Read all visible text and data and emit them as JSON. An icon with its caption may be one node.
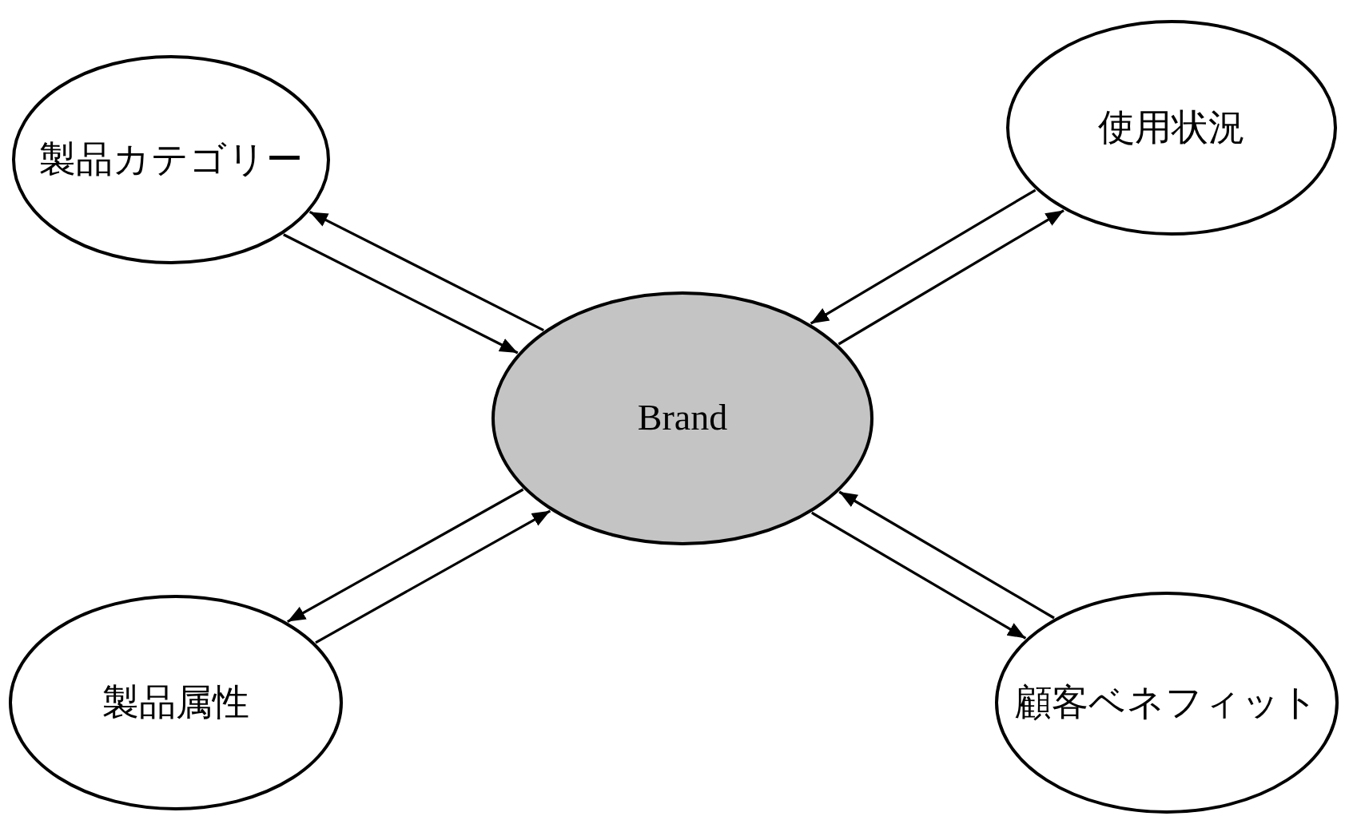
{
  "diagram": {
    "nodes": [
      {
        "text": [
          "製品カテゴリー"
        ]
      },
      {
        "text": [
          "使用状況"
        ]
      },
      {
        "text": [
          "Brand"
        ]
      },
      {
        "text": [
          "製品属性"
        ]
      },
      {
        "text": [
          "顧客ベネフィット"
        ]
      }
    ],
    "edges": [
      {
        "from": 2,
        "to": 0,
        "arrow": "to"
      },
      {
        "from": 0,
        "to": 2,
        "arrow": "to"
      },
      {
        "from": 2,
        "to": 1,
        "arrow": "to"
      },
      {
        "from": 1,
        "to": 2,
        "arrow": "to"
      },
      {
        "from": 3,
        "to": 2,
        "arrow": "to"
      },
      {
        "from": 2,
        "to": 3,
        "arrow": "to"
      },
      {
        "from": 4,
        "to": 2,
        "arrow": "to"
      },
      {
        "from": 2,
        "to": 4,
        "arrow": "to"
      }
    ]
  }
}
